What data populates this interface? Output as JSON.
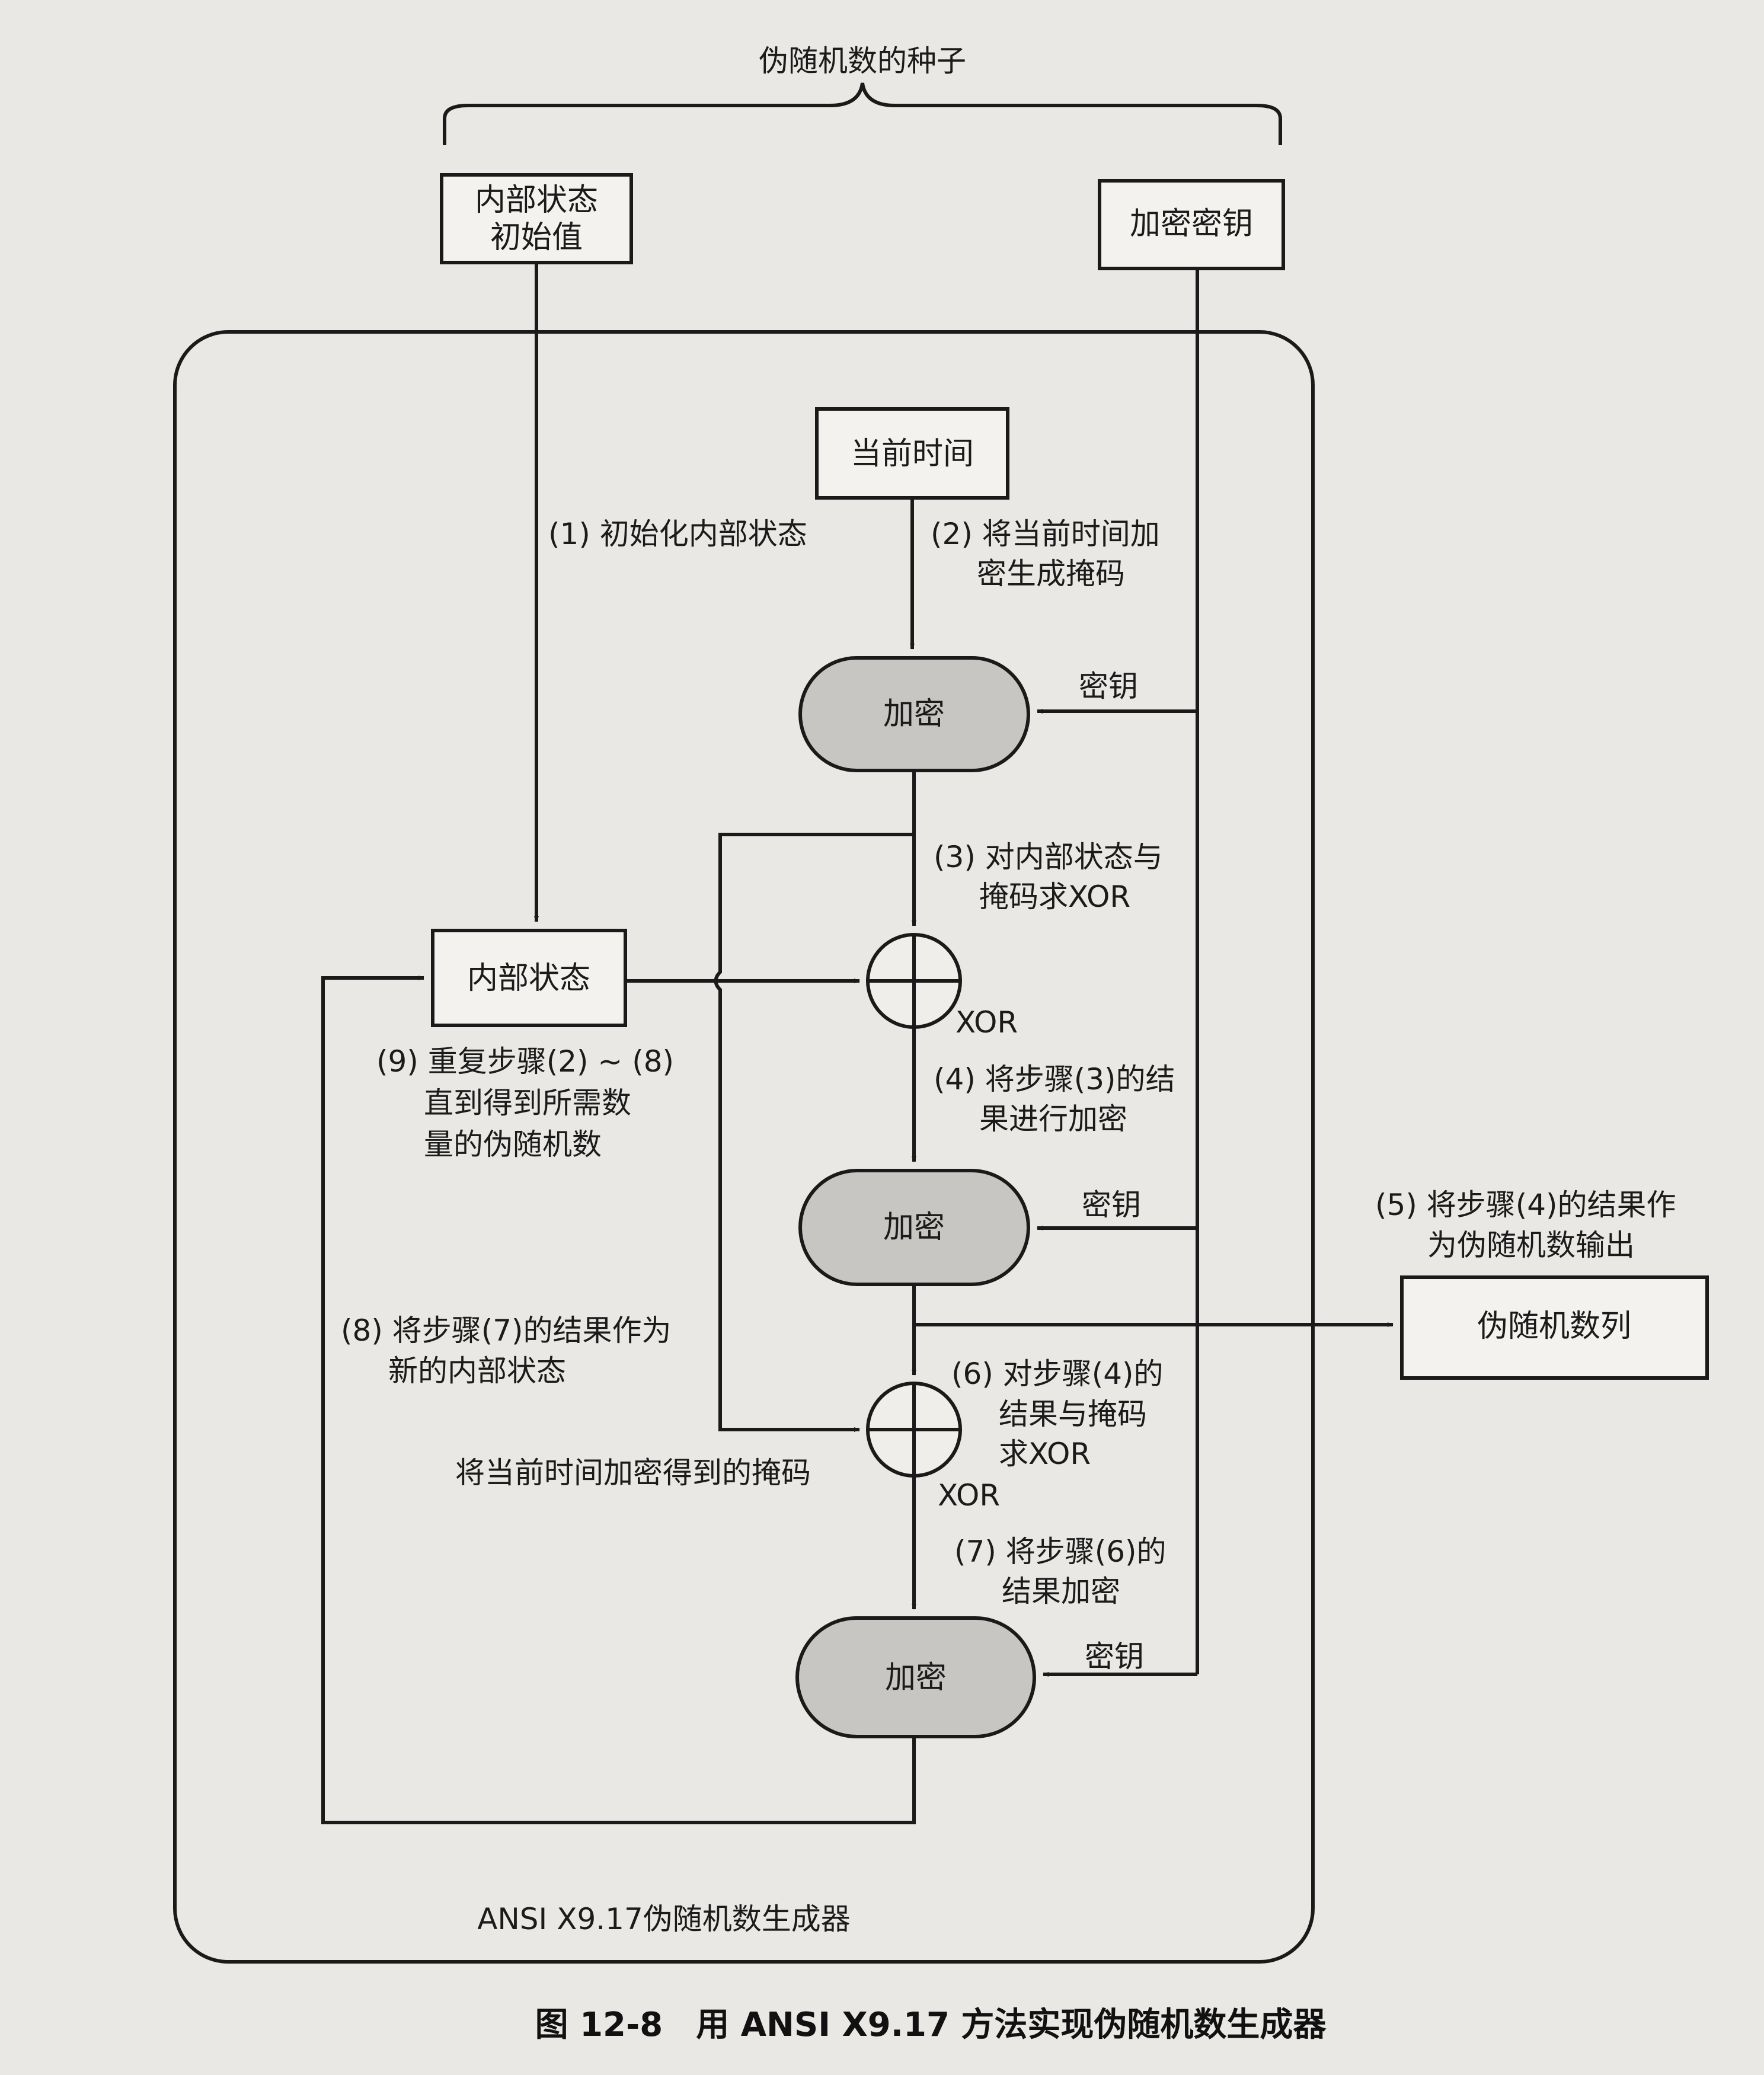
{
  "diagram": {
    "seed_label": "伪随机数的种子",
    "initial_state_line1": "内部状态",
    "initial_state_line2": "初始值",
    "key_box": "加密密钥",
    "time_box": "当前时间",
    "state_box": "内部状态",
    "output_box": "伪随机数列",
    "encrypt_label": "加密",
    "key_label": "密钥",
    "xor_label": "XOR",
    "mask_label": "将当前时间加密得到的掩码",
    "generator_label": "ANSI X9.17伪随机数生成器",
    "steps": {
      "s1": "(1) 初始化内部状态",
      "s2_line1": "(2) 将当前时间加",
      "s2_line2": "密生成掩码",
      "s3_line1": "(3) 对内部状态与",
      "s3_line2": "掩码求XOR",
      "s4_line1": "(4) 将步骤(3)的结",
      "s4_line2": "果进行加密",
      "s5_line1": "(5) 将步骤(4)的结果作",
      "s5_line2": "为伪随机数输出",
      "s6_line1": "(6) 对步骤(4)的",
      "s6_line2": "结果与掩码",
      "s6_line3": "求XOR",
      "s7_line1": "(7) 将步骤(6)的",
      "s7_line2": "结果加密",
      "s8_line1": "(8) 将步骤(7)的结果作为",
      "s8_line2": "新的内部状态",
      "s9_line1": "(9) 重复步骤(2) ~ (8)",
      "s9_line2": "直到得到所需数",
      "s9_line3": "量的伪随机数"
    }
  },
  "caption": "图 12-8　用 ANSI X9.17 方法实现伪随机数生成器"
}
